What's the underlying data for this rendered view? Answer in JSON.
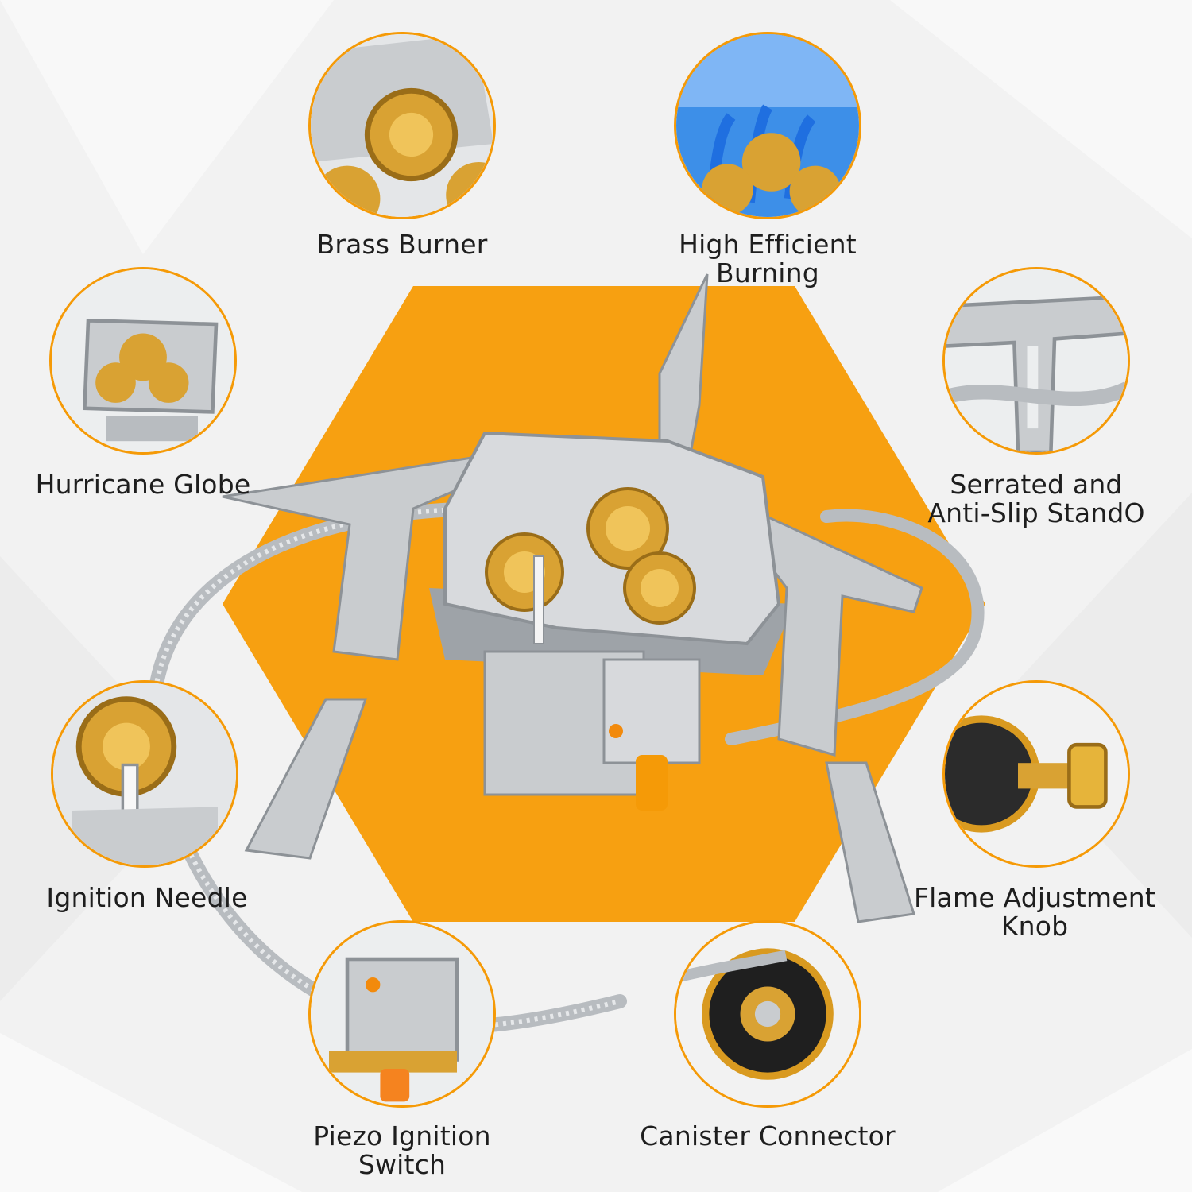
{
  "colors": {
    "accent_orange": "#f7a011",
    "ring_orange": "#f59a07",
    "background": "#f2f2f2",
    "brass": "#d9a233",
    "steel": "#c9cccf",
    "flame_blue": "#2f86f0",
    "label_text": "#1e1e1e"
  },
  "features": [
    {
      "id": "brass-burner",
      "label": "Brass Burner",
      "icon": "brass-burner-icon"
    },
    {
      "id": "high-efficient-burning",
      "label": "High Efficient\nBurning",
      "icon": "blue-flame-icon"
    },
    {
      "id": "hurricane-globe",
      "label": "Hurricane Globe",
      "icon": "windshield-icon"
    },
    {
      "id": "serrated-stand",
      "label": "Serrated and\nAnti-Slip StandO",
      "icon": "serrated-stand-icon"
    },
    {
      "id": "ignition-needle",
      "label": "Ignition Needle",
      "icon": "ignition-needle-icon"
    },
    {
      "id": "flame-adjustment-knob",
      "label": "Flame Adjustment\nKnob",
      "icon": "adjustment-knob-icon"
    },
    {
      "id": "piezo-ignition-switch",
      "label": "Piezo Ignition\nSwitch",
      "icon": "piezo-switch-icon"
    },
    {
      "id": "canister-connector",
      "label": "Canister Connector",
      "icon": "canister-connector-icon"
    }
  ]
}
